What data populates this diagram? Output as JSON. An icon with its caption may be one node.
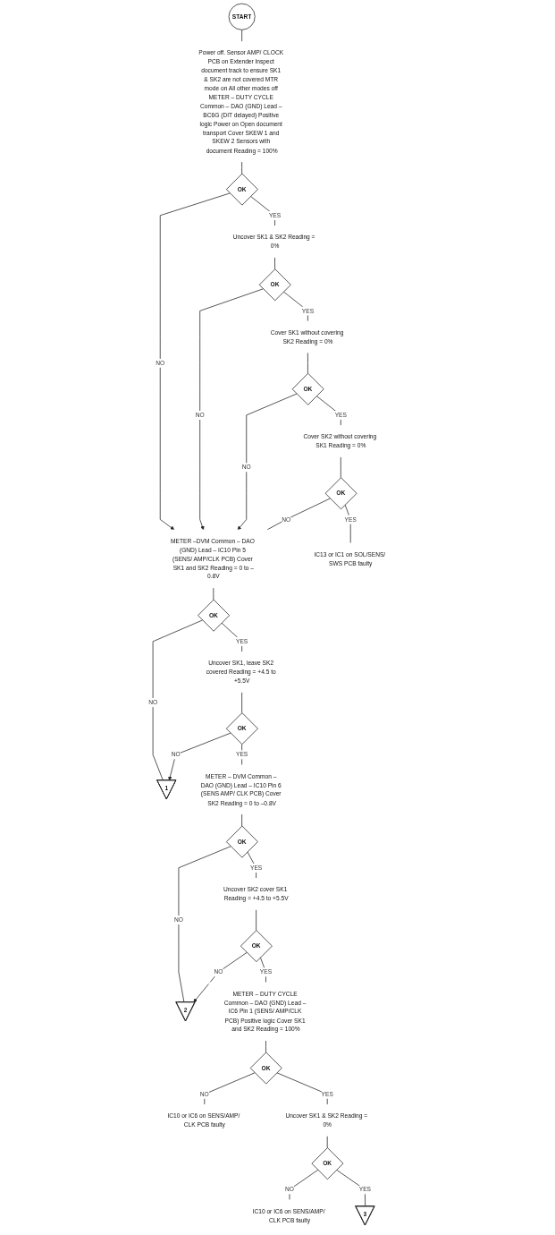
{
  "diagram": {
    "nodes": [
      {
        "text": [
          "START"
        ]
      },
      {
        "text": [
          "Power off. Sensor AMP/ CLOCK PCB on Extender Inspect document track to ensure SK1 & SK2 are not covered MTR mode on All other modes off METER – DUTY CYCLE Common – DAO (GND) Lead – BC6G (DIT delayed) Positive logic Power on Open document transport Cover SKEW 1 and SKEW 2 Sensors with document Reading = 100%"
        ]
      },
      {
        "text": [
          "OK"
        ]
      },
      {
        "text": [
          "Uncover SK1 & SK2 Reading = 0%"
        ]
      },
      {
        "text": [
          "OK"
        ]
      },
      {
        "text": [
          "Cover SK1 without covering SK2 Reading = 0%"
        ]
      },
      {
        "text": [
          "OK"
        ]
      },
      {
        "text": [
          "Cover SK2 without covering SK1 Reading = 0%"
        ]
      },
      {
        "text": [
          "OK"
        ]
      },
      {
        "text": [
          "IC13 or IC1 on SOL/SENS/ SWS PCB faulty"
        ]
      },
      {
        "text": [
          "METER –DVM Common – DAO (GND) Lead – IC10 Pin 5 (SENS/ AMP/CLK PCB) Cover SK1 and SK2 Reading = 0 to –0.8V"
        ]
      },
      {
        "text": [
          "OK"
        ]
      },
      {
        "text": [
          "Uncover SK1, leave SK2 covered Reading = +4.5 to +5.5V"
        ]
      },
      {
        "text": [
          "OK"
        ]
      },
      {
        "text": [
          "1"
        ]
      },
      {
        "text": [
          "METER – DVM Common – DAO (GND) Lead – IC10 Pin 6 (SENS AMP/ CLK PCB) Cover SK2 Reading = 0 to –0.8V"
        ]
      },
      {
        "text": [
          "OK"
        ]
      },
      {
        "text": [
          "Uncover SK2 cover SK1 Reading = +4.5 to +5.5V"
        ]
      },
      {
        "text": [
          "OK"
        ]
      },
      {
        "text": [
          "2"
        ]
      },
      {
        "text": [
          "METER – DUTY CYCLE Common – DAO (GND) Lead – IC6 Pin 1 (SENS/ AMP/CLK PCB) Positive logic Cover SK1 and SK2 Reading = 100%"
        ]
      },
      {
        "text": [
          "OK"
        ]
      },
      {
        "text": [
          "IC10 or IC6 on SENS/AMP/ CLK PCB faulty"
        ]
      },
      {
        "text": [
          "Uncover SK1 & SK2 Reading = 0%"
        ]
      },
      {
        "text": [
          "OK"
        ]
      },
      {
        "text": [
          "IC10 or IC6 on SENS/AMP/ CLK PCB faulty"
        ]
      },
      {
        "text": [
          "3"
        ]
      }
    ],
    "edges": [
      {
        "from": 0,
        "to": 1,
        "arrow": "none"
      },
      {
        "from": 1,
        "to": 2,
        "arrow": "none"
      },
      {
        "from": 2,
        "to": 10,
        "label": "NO",
        "arrow": "to"
      },
      {
        "from": 2,
        "to": 3,
        "label": "YES",
        "arrow": "none"
      },
      {
        "from": 3,
        "to": 4,
        "arrow": "none"
      },
      {
        "from": 4,
        "to": 10,
        "label": "NO",
        "arrow": "to"
      },
      {
        "from": 4,
        "to": 5,
        "label": "YES",
        "arrow": "none"
      },
      {
        "from": 5,
        "to": 6,
        "arrow": "none"
      },
      {
        "from": 6,
        "to": 10,
        "label": "NO",
        "arrow": "to"
      },
      {
        "from": 6,
        "to": 7,
        "label": "YES",
        "arrow": "none"
      },
      {
        "from": 7,
        "to": 8,
        "arrow": "none"
      },
      {
        "from": 8,
        "to": 10,
        "label": "NO",
        "arrow": "none"
      },
      {
        "from": 8,
        "to": 9,
        "label": "YES",
        "arrow": "none"
      },
      {
        "from": 10,
        "to": 11,
        "arrow": "none"
      },
      {
        "from": 11,
        "to": 14,
        "label": "NO",
        "arrow": "none"
      },
      {
        "from": 11,
        "to": 12,
        "label": "YES",
        "arrow": "none"
      },
      {
        "from": 12,
        "to": 13,
        "arrow": "none"
      },
      {
        "from": 13,
        "to": 14,
        "label": "NO",
        "arrow": "to"
      },
      {
        "from": 13,
        "to": 15,
        "label": "YES",
        "arrow": "none"
      },
      {
        "from": 15,
        "to": 16,
        "arrow": "none"
      },
      {
        "from": 16,
        "to": 19,
        "label": "NO",
        "arrow": "none"
      },
      {
        "from": 16,
        "to": 17,
        "label": "YES",
        "arrow": "none"
      },
      {
        "from": 17,
        "to": 18,
        "arrow": "none"
      },
      {
        "from": 18,
        "to": 19,
        "label": "NO",
        "arrow": "to"
      },
      {
        "from": 18,
        "to": 20,
        "label": "YES",
        "arrow": "none"
      },
      {
        "from": 20,
        "to": 21,
        "arrow": "none"
      },
      {
        "from": 21,
        "to": 22,
        "label": "NO",
        "arrow": "none"
      },
      {
        "from": 21,
        "to": 23,
        "label": "YES",
        "arrow": "none"
      },
      {
        "from": 23,
        "to": 24,
        "arrow": "none"
      },
      {
        "from": 24,
        "to": 25,
        "label": "NO",
        "arrow": "none"
      },
      {
        "from": 24,
        "to": 26,
        "label": "YES",
        "arrow": "none"
      }
    ]
  }
}
